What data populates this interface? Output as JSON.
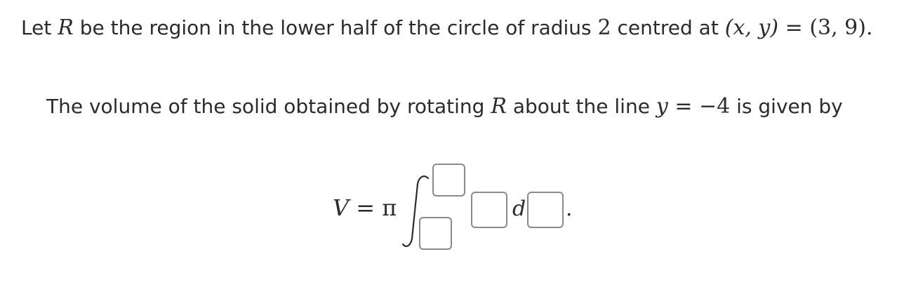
{
  "problem": {
    "line1": {
      "text_a": "Let ",
      "var_r": "R",
      "text_b": " be the region in the lower half of the circle of radius ",
      "radius": "2",
      "text_c": " centred at ",
      "point_lhs": "(x, y)",
      "equals": " = ",
      "point_rhs": "(3, 9)",
      "end": "."
    },
    "line2": {
      "text_a": "The volume of the solid obtained by rotating ",
      "var_r": "R",
      "text_b": " about the line ",
      "var_y": "y",
      "equals": " = ",
      "value": "−4",
      "text_c": " is given by"
    },
    "formula": {
      "lhs": "V",
      "equals": " = ",
      "pi": "π",
      "differential": "d",
      "end": "."
    }
  },
  "answer_boxes": {
    "upper_limit": "",
    "lower_limit": "",
    "integrand": "",
    "variable": ""
  }
}
